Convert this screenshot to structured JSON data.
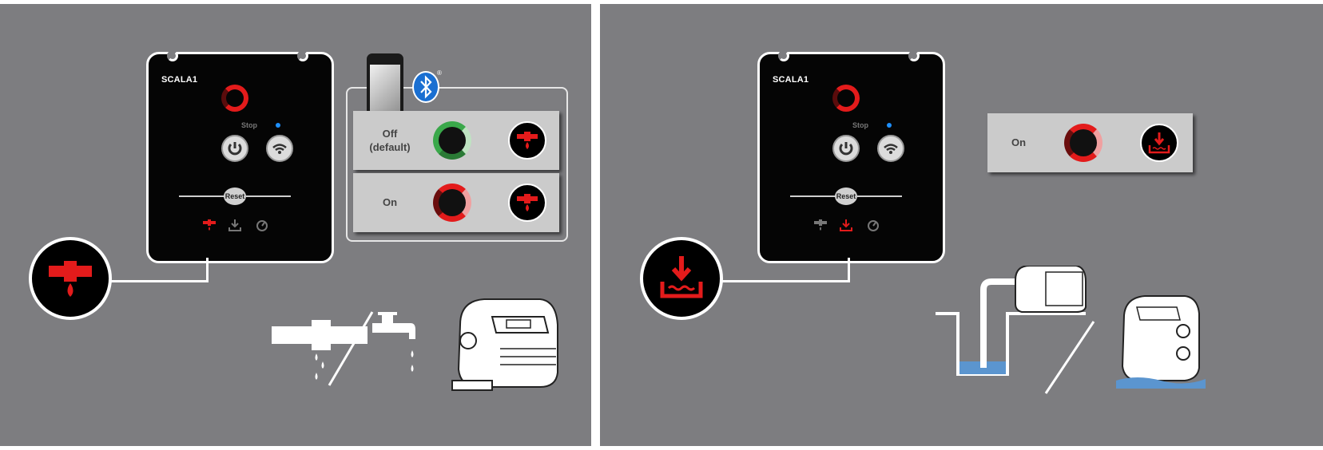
{
  "colors": {
    "background": "#7d7d80",
    "accent_red": "#e31b1b",
    "ring_green": "#3aa84a",
    "water_blue": "#5b95cf",
    "led_blue": "#1e90ff"
  },
  "left_panel": {
    "controller": {
      "model": "SCALA1",
      "stop_label": "Stop",
      "reset_label": "Reset",
      "icons": [
        "power-icon",
        "wifi-icon",
        "leakage-icon",
        "dry-running-icon",
        "timer-icon"
      ]
    },
    "app_icons": [
      "smartphone-icon",
      "bluetooth-icon"
    ],
    "registered_mark": "®",
    "settings": [
      {
        "label": "Off (default)",
        "ring": "green",
        "icon": "leakage-icon"
      },
      {
        "label": "On",
        "ring": "red",
        "icon": "leakage-icon"
      }
    ],
    "callout_icon": "leakage-icon"
  },
  "right_panel": {
    "controller": {
      "model": "SCALA1",
      "stop_label": "Stop",
      "reset_label": "Reset"
    },
    "settings": [
      {
        "label": "On",
        "ring": "red",
        "icon": "dry-running-icon"
      }
    ],
    "callout_icon": "dry-running-icon"
  }
}
